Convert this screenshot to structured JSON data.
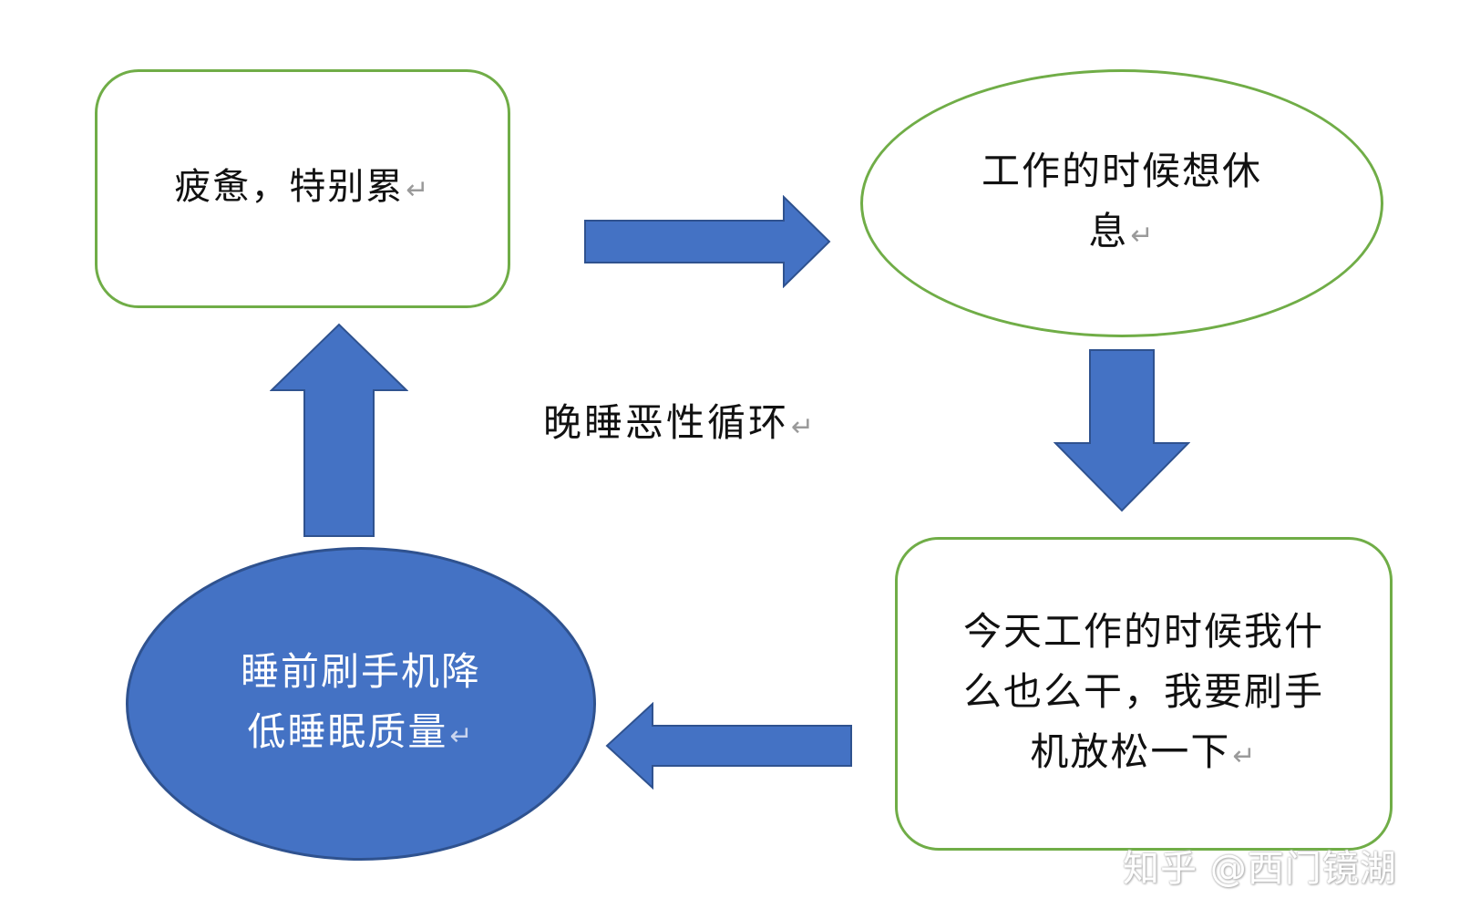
{
  "diagram": {
    "center_title": "晚睡恶性循环",
    "paragraph_mark": "↵",
    "nodes": {
      "tired": "疲惫，特别累",
      "want_rest": "工作的时候想休息",
      "phone": "今天工作的时候我什么也么干，我要刷手机放松一下",
      "sleep_quality": "睡前刷手机降低睡眠质量"
    },
    "colors": {
      "arrow": "#4472c4",
      "arrow_border": "#2f528f",
      "box_border": "#70ad47",
      "filled_node": "#4472c4"
    }
  },
  "watermark": "知乎 @西门镜湖"
}
